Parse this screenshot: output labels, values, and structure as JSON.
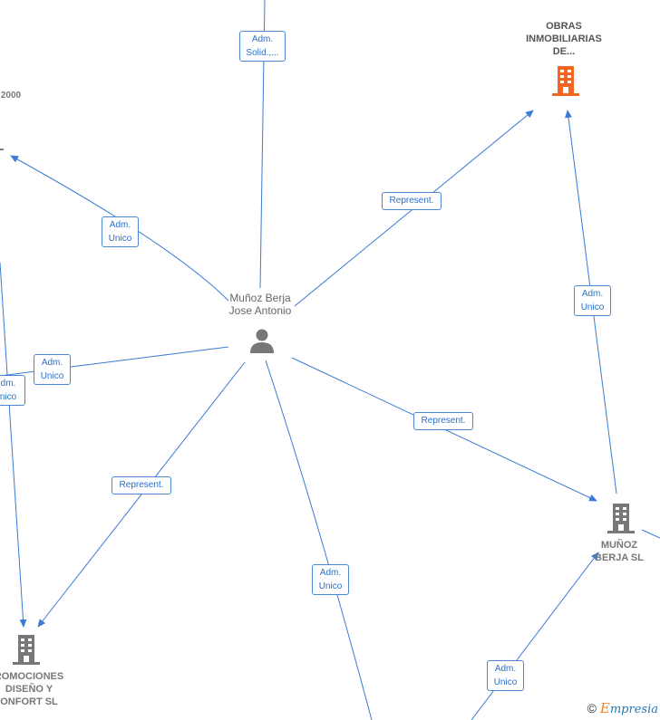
{
  "nodes": {
    "center_person": {
      "label": "Muñoz Berja\nJose Antonio"
    },
    "obras": {
      "label": "OBRAS\nINMOBILIARIAS\nDE...",
      "color": "#f26522"
    },
    "munoz_berja_sl": {
      "label": "MUÑOZ\nBERJA SL",
      "color": "#777777"
    },
    "promociones": {
      "label": "ROMOCIONES\nDISEÑO Y\nONFORT  SL",
      "color": "#777777"
    },
    "partial_left": {
      "label": "2000"
    }
  },
  "edges": {
    "e_top": {
      "label": "Adm.\nSolid.,..."
    },
    "e_upper_left": {
      "label": "Adm.\nUnico"
    },
    "e_obras": {
      "label": "Represent."
    },
    "e_sl_obras": {
      "label": "Adm.\nUnico"
    },
    "e_left_mid": {
      "label": "Adm.\nUnico"
    },
    "e_left_edge": {
      "label": "dm.\nnico"
    },
    "e_sl": {
      "label": "Represent."
    },
    "e_promo": {
      "label": "Represent."
    },
    "e_bottom": {
      "label": "Adm.\nUnico"
    },
    "e_bottom_sl": {
      "label": "Adm.\nUnico"
    }
  },
  "brand": {
    "copyright": "©",
    "e": "E",
    "rest": "mpresia"
  },
  "colors": {
    "edge": "#3a7bd5",
    "label_text": "#2a6fc9"
  }
}
